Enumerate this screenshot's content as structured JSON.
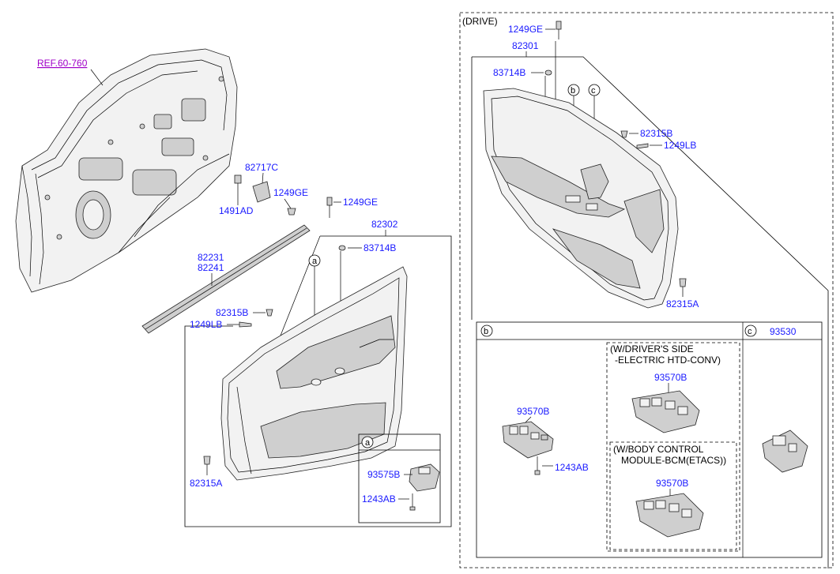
{
  "reference": "REF.60-760",
  "parts": {
    "door_frame_ref": "REF.60-760",
    "trim_passenger": "82302",
    "bolt_top": "1249GE",
    "bracket": "82717C",
    "bracket_bolt": "1249GE",
    "clip_1491": "1491AD",
    "weatherstrip_a": "82231",
    "weatherstrip_b": "82241",
    "clip_upper": "82315B",
    "screw_upper": "1249LB",
    "cover_83714": "83714B",
    "clip_lower": "82315A"
  },
  "drive_section": {
    "title": "(DRIVE)",
    "bolt": "1249GE",
    "trim": "82301",
    "cover": "83714B",
    "clip_upper": "82315B",
    "screw": "1249LB",
    "clip_lower": "82315A"
  },
  "callouts": {
    "a": "a",
    "b": "b",
    "c": "c"
  },
  "inset_a": {
    "letter": "a",
    "switch": "93575B",
    "screw": "1243AB"
  },
  "inset_b": {
    "letter": "b",
    "switch_main": "93570B",
    "screw": "1243AB",
    "variant1_line1": "(W/DRIVER'S SIDE",
    "variant1_line2": "-ELECTRIC HTD-CONV)",
    "variant1_part": "93570B",
    "variant2_line1": "(W/BODY CONTROL",
    "variant2_line2": "MODULE-BCM(ETACS))",
    "variant2_part": "93570B"
  },
  "inset_c": {
    "letter": "c",
    "part": "93530"
  }
}
